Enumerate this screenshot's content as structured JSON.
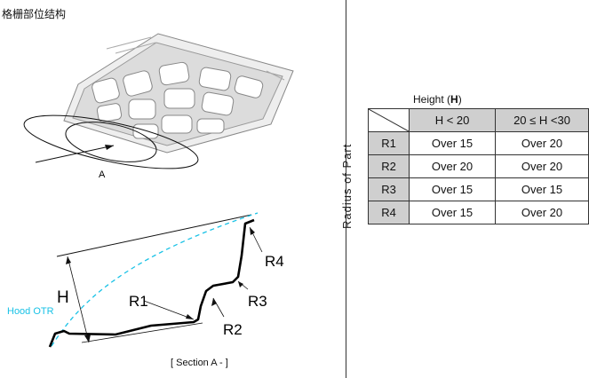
{
  "left_panel": {
    "title": "格栅部位结构",
    "view_label": "A",
    "section_caption": "[ Section A - ]",
    "hood_label": "Hood OTR",
    "height_label": "H",
    "radius_labels": [
      "R1",
      "R2",
      "R3",
      "R4"
    ],
    "colors": {
      "hood_line": "#19c2e6",
      "profile_line": "#000000"
    }
  },
  "table": {
    "header_prefix": "Height (",
    "header_symbol": "H",
    "header_suffix": ")",
    "side_label": "Radius of Part",
    "columns": [
      "H < 20",
      "20 ≤ H <30"
    ],
    "rows": [
      {
        "radius": "R1",
        "values": [
          "Over 15",
          "Over 20"
        ]
      },
      {
        "radius": "R2",
        "values": [
          "Over 20",
          "Over 20"
        ]
      },
      {
        "radius": "R3",
        "values": [
          "Over 15",
          "Over 15"
        ]
      },
      {
        "radius": "R4",
        "values": [
          "Over 15",
          "Over 20"
        ]
      }
    ],
    "colors": {
      "header_bg": "#cfcfcf"
    }
  }
}
